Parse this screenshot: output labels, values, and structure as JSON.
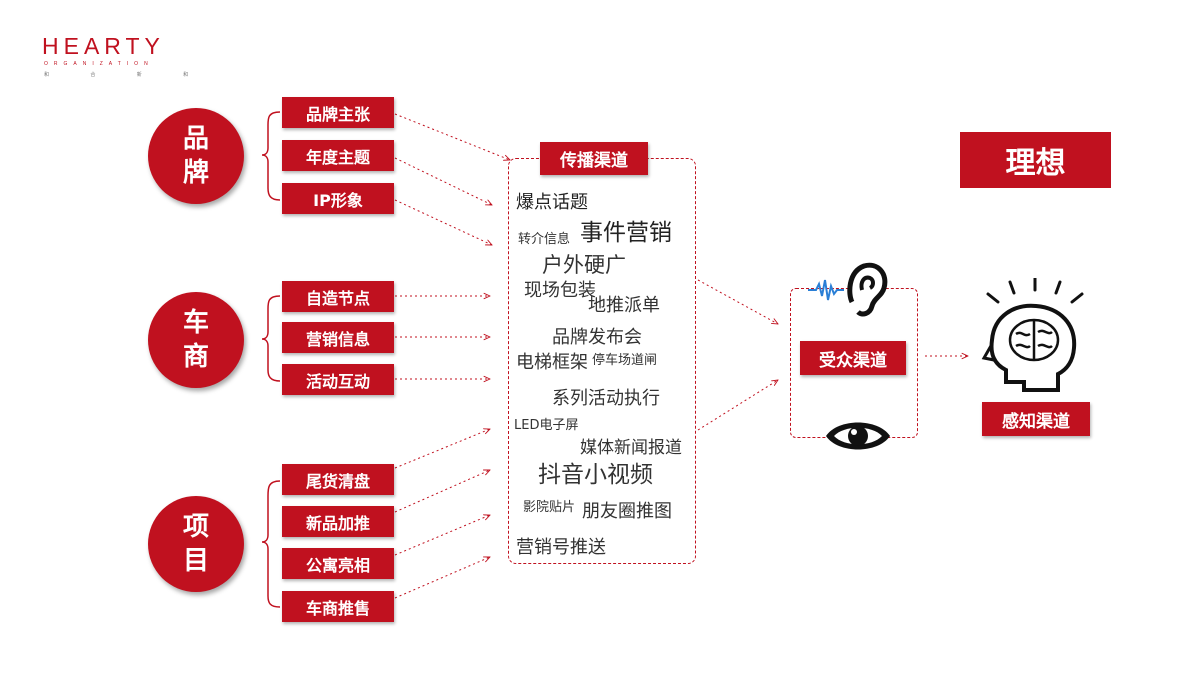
{
  "logo": {
    "name": "HEARTY",
    "sub": "ORGANIZATION",
    "sub2": "和 合 新 和"
  },
  "groups": [
    {
      "chars": [
        "品",
        "牌"
      ],
      "items": [
        "品牌主张",
        "年度主题",
        "IP形象"
      ]
    },
    {
      "chars": [
        "车",
        "商"
      ],
      "items": [
        "自造节点",
        "营销信息",
        "活动互动"
      ]
    },
    {
      "chars": [
        "项",
        "目"
      ],
      "items": [
        "尾货清盘",
        "新品加推",
        "公寓亮相",
        "车商推售"
      ]
    }
  ],
  "channel": {
    "title": "传播渠道",
    "words": [
      "爆点话题",
      "转介信息",
      "事件营销",
      "户外硬广",
      "现场包装",
      "地推派单",
      "品牌发布会",
      "电梯框架",
      "停车场道闸",
      "系列活动执行",
      "LED电子屏",
      "媒体新闻报道",
      "抖音小视频",
      "影院贴片",
      "朋友圈推图",
      "营销号推送"
    ]
  },
  "ideal": "理想",
  "audience": {
    "label": "受众渠道",
    "ear_icon": "ear-icon",
    "eye_icon": "eye-icon"
  },
  "perception": {
    "label": "感知渠道",
    "icon": "head-brain-icon"
  },
  "colors": {
    "accent": "#c0111f",
    "text": "#333333"
  }
}
